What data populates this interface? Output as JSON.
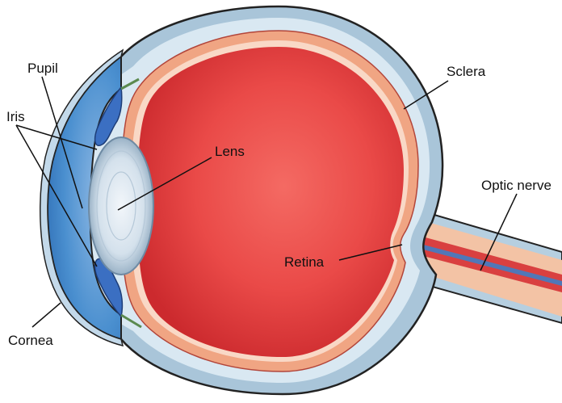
{
  "diagram": {
    "labels": {
      "pupil": "Pupil",
      "iris": "Iris",
      "cornea": "Cornea",
      "lens": "Lens",
      "sclera": "Sclera",
      "optic_nerve": "Optic nerve",
      "retina": "Retina"
    },
    "colors": {
      "sclera_outer": "#a9c5d9",
      "sclera_inner": "#d9e8f2",
      "choroid": "#f0a583",
      "vitreous": "#e23538",
      "vitreous_light": "#f46a63",
      "cornea_chamber": "#4a8fcf",
      "iris": "#3b6fc2",
      "lens": "#dbe6ef",
      "nerve_core": "#5077b7",
      "nerve_red": "#d94040"
    }
  }
}
